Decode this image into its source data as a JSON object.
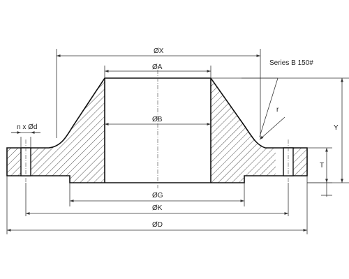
{
  "series_label": "Series B 150#",
  "dimensions": {
    "x": "ØX",
    "a": "ØA",
    "b": "ØB",
    "g": "ØG",
    "k": "ØK",
    "d": "ØD",
    "bolt_holes": "n x Ød",
    "radius": "r",
    "hub_height": "Y",
    "thickness": "T"
  }
}
